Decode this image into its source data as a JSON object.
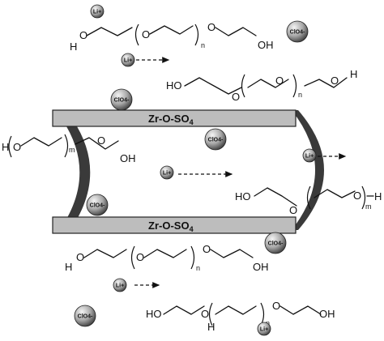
{
  "diagram": {
    "plate_label_base": "Zr-O-SO",
    "plate_label_sub": "4",
    "li_ion_label": "Li+",
    "perchlorate_label": "ClO4-",
    "hydroxyl_end": "HO",
    "hydroxyl_end_right": "OH",
    "hydrogen": "H",
    "oxygen": "O",
    "repeat_n": "n",
    "repeat_m": "m",
    "colors": {
      "plate_fill": "#bdbdbd",
      "plate_stroke": "#222222",
      "curved_wall": "#3a3a3a",
      "ion_gradient_light": "#f2f2f2",
      "ion_gradient_dark": "#4a4a4a"
    }
  }
}
